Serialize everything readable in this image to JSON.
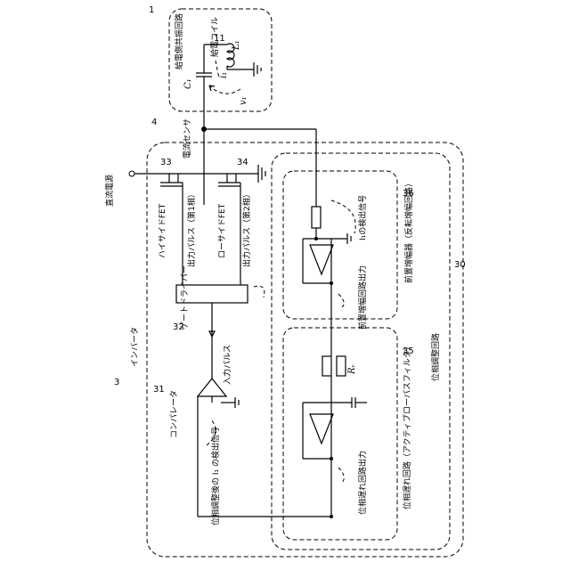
{
  "labels": {
    "resonant_circuit": "給電側共振回路",
    "coil": "給電コイル",
    "current_sensor": "電流センサ",
    "dc_power": "直流電源",
    "high_fet": "ハイサイドFET",
    "low_fet": "ローサイドFET",
    "out_pulse1": "出力パルス（第1相）",
    "out_pulse2": "出力パルス（第2相）",
    "gate_driver": "ゲートドライバー",
    "input_pulse": "入力パルス",
    "inverter": "インバータ",
    "comparator": "コンパレータ",
    "detect_after": "位相調整後の I₁ の検出信号",
    "detect_i1": "I₁の検出信号",
    "pre_amp": "前置増幅器（反転増幅回路）",
    "pre_amp_out": "前置増幅回路出力",
    "phase_lag": "位相遅れ回路（アクティブローパスフィルタ）",
    "phase_lag_out": "位相遅れ回路出力",
    "phase_adjust": "位相調整回路"
  },
  "numbers": {
    "n1": "1",
    "n3": "3",
    "n4": "4",
    "n11": "11",
    "n30": "30",
    "n31": "31",
    "n32": "32",
    "n33": "33",
    "n34": "34",
    "n35": "35",
    "n36": "36"
  },
  "symbols": {
    "c1": "C₁",
    "l1": "L₁",
    "i1": "i₁",
    "v1": "v₁",
    "rv": "Rᵥ"
  }
}
